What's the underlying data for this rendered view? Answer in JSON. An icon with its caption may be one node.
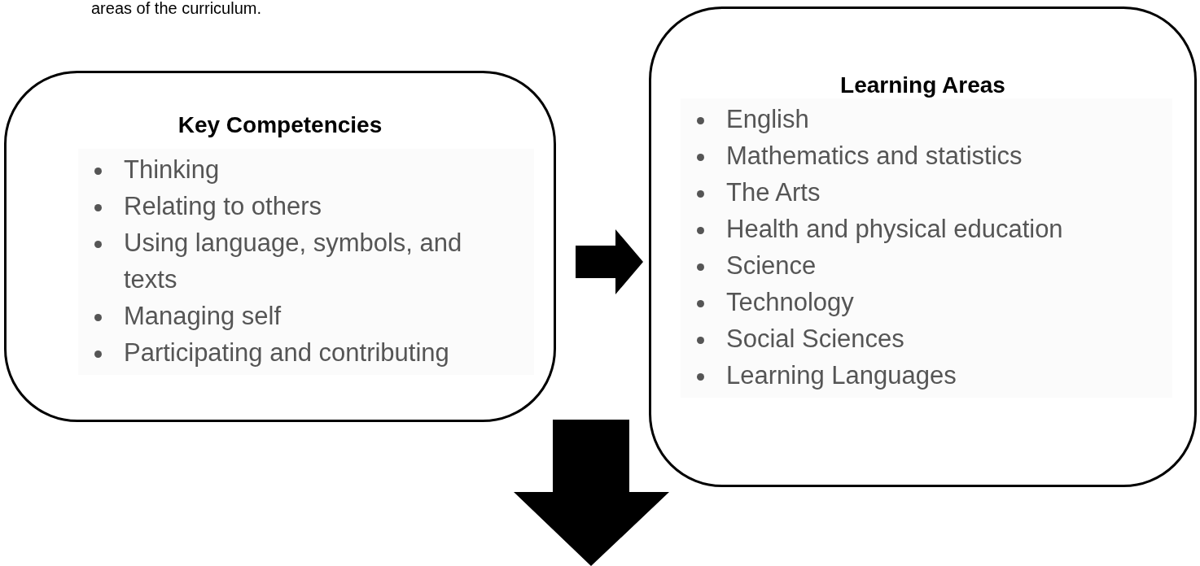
{
  "diagram": {
    "nodes": [
      {
        "text": [
          "Key Competencies",
          "Thinking",
          "Relating to others",
          "Using language, symbols, and texts",
          "Managing self",
          "Participating and contributing"
        ]
      },
      {
        "text": [
          "Learning Areas",
          "English",
          "Mathematics and statistics",
          "The Arts",
          "Health and physical education",
          "Science",
          "Technology",
          "Social Sciences",
          "Learning Languages"
        ]
      }
    ],
    "edges": [
      {
        "from": 0,
        "to": 1,
        "arrow": "to",
        "style": "thick"
      }
    ],
    "labels": [
      "areas of the curriculum."
    ]
  }
}
